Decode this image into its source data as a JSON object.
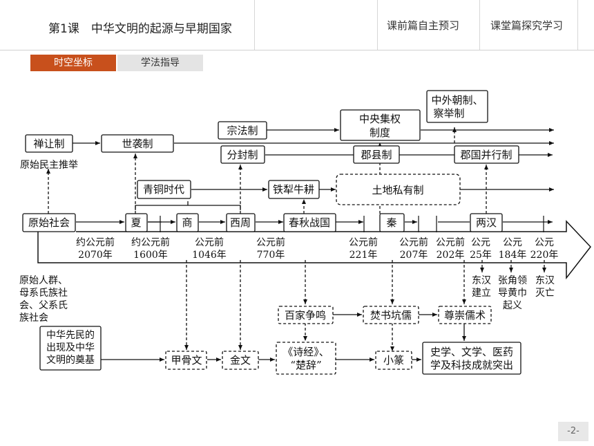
{
  "header": {
    "lesson_title": "第1课　中华文明的起源与早期国家",
    "nav_preview": "课前篇自主预习",
    "nav_explore": "课堂篇探究学习"
  },
  "tabs": {
    "active": "时空坐标",
    "inactive": "学法指导"
  },
  "diagram": {
    "politics": {
      "shanrang": "禅让制",
      "shanrang_note": "原始民主推举",
      "shixi": "世袭制",
      "zongfa": "宗法制",
      "fenfeng": "分封制",
      "central_line1": "中央集权",
      "central_line2": "制度",
      "junxian": "郡县制",
      "waichao_line1": "中外朝制、",
      "waichao_line2": "察举制",
      "jungguo": "郡国并行制"
    },
    "economy": {
      "bronze": "青铜时代",
      "iron": "铁犁牛耕",
      "land": "土地私有制"
    },
    "periods": {
      "primitive": "原始社会",
      "xia": "夏",
      "shang": "商",
      "zhou": "西周",
      "chunqiu": "春秋战国",
      "qin": "秦",
      "han": "两汉"
    },
    "dates": [
      {
        "line1": "约公元前",
        "line2": "2070年"
      },
      {
        "line1": "约公元前",
        "line2": "1600年"
      },
      {
        "line1": "公元前",
        "line2": "1046年"
      },
      {
        "line1": "公元前",
        "line2": "770年"
      },
      {
        "line1": "公元前",
        "line2": "221年"
      },
      {
        "line1": "公元前",
        "line2": "207年"
      },
      {
        "line1": "公元前",
        "line2": "202年"
      },
      {
        "line1": "公元",
        "line2": "25年"
      },
      {
        "line1": "公元",
        "line2": "184年"
      },
      {
        "line1": "公元",
        "line2": "220年"
      }
    ],
    "han_events": [
      {
        "line1": "东汉",
        "line2": "建立"
      },
      {
        "line1": "张角领",
        "line2": "导黄巾",
        "line3": "起义"
      },
      {
        "line1": "东汉",
        "line2": "灭亡"
      }
    ],
    "society_note": [
      "原始人群、",
      "母系氏族社",
      "会、父系氏",
      "族社会"
    ],
    "culture": {
      "origin": [
        "中华先民的",
        "出现及中华",
        "文明的奠基"
      ],
      "jiagu": "甲骨文",
      "jinwen": "金文",
      "shijing": "《诗经》、",
      "chuci": "“楚辞”",
      "xiaozhuan": "小篆",
      "achieve_line1": "史学、文学、医药",
      "achieve_line2": "学及科技成就突出"
    },
    "thought": {
      "baijia": "百家争鸣",
      "fenshu": "焚书坑儒",
      "zunru": "尊崇儒术"
    }
  },
  "page_number": "-2-"
}
